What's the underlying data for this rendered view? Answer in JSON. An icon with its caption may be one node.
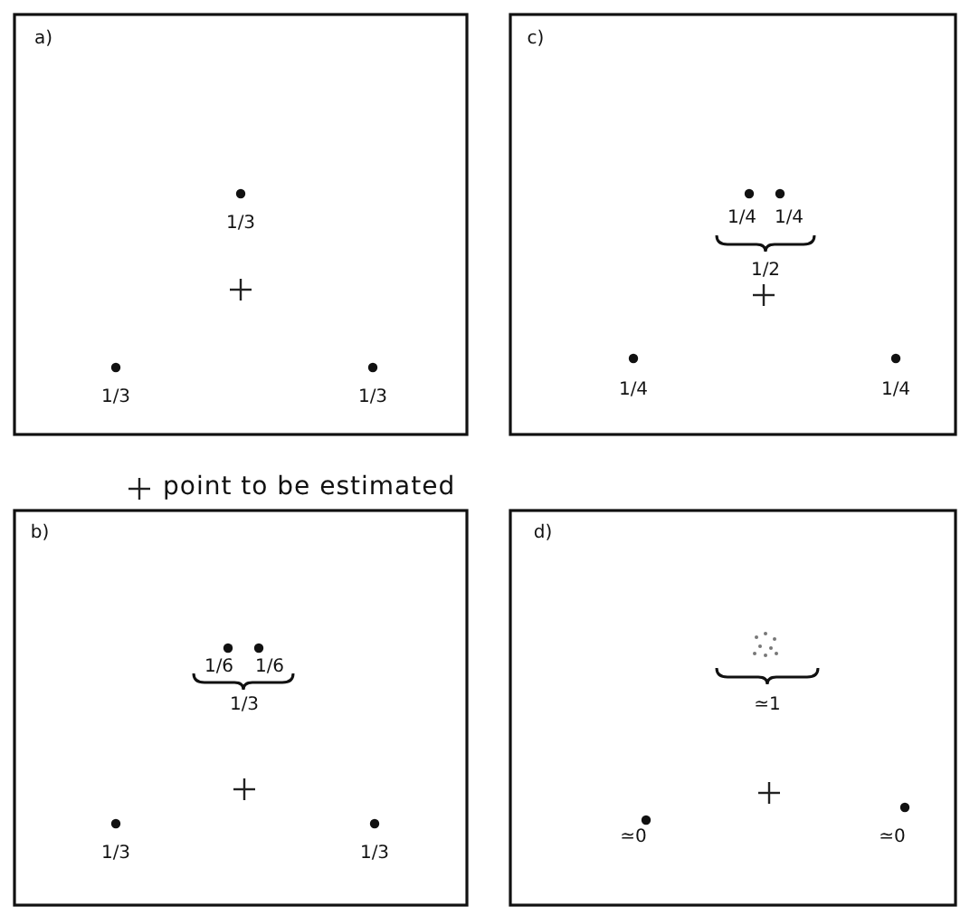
{
  "diagram": {
    "labels": [
      "a)",
      "1/3",
      "1/3",
      "1/3",
      "c)",
      "1/4",
      "1/4",
      "1/2",
      "1/4",
      "1/4",
      "b)",
      "1/6",
      "1/6",
      "1/3",
      "1/3",
      "1/3",
      "d)",
      "≃1",
      "≃0",
      "≃0"
    ],
    "legend": [
      {
        "text": "point to be estimated"
      }
    ]
  }
}
